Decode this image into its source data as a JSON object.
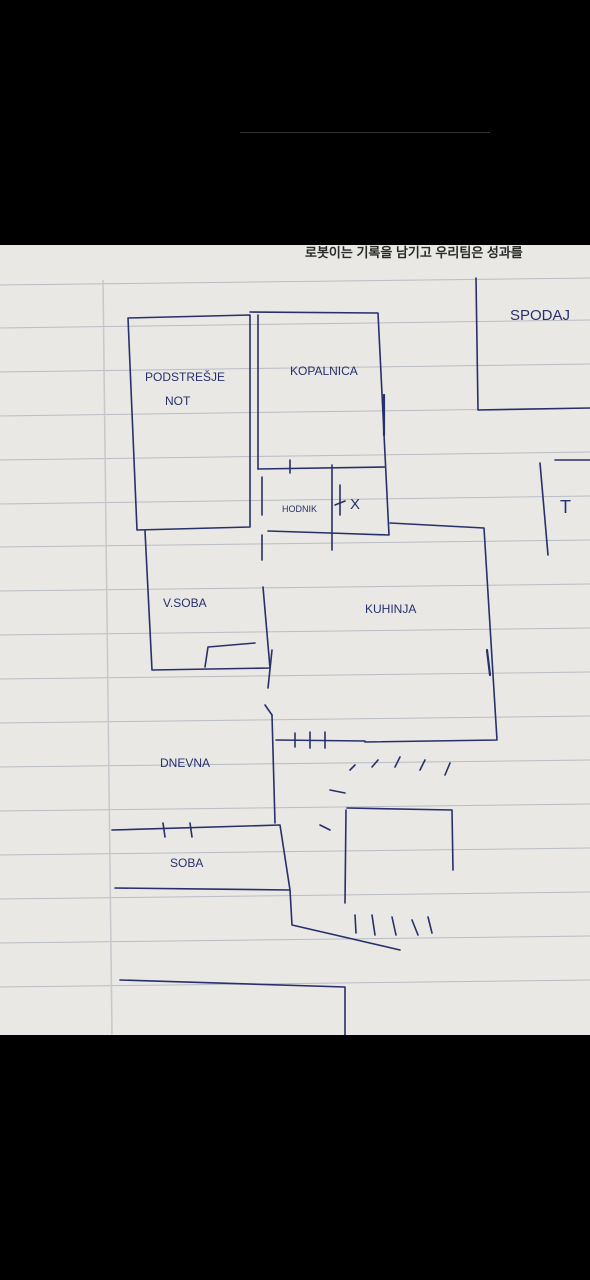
{
  "top_caption": "",
  "header_print": "로봇이는 기록을 남기고 우리팀은 성과를",
  "labels": {
    "podstresje": "PODSTREŠJE",
    "nost": "NOT",
    "kopalnica": "KOPALNICA",
    "hodnik": "HODNIK",
    "x_mark": "X",
    "vsoba": "V.SOBA",
    "kuhinja": "KUHINJA",
    "dnevna": "DNEVNA",
    "soba": "SOBA",
    "spodaj": "SPODAJ",
    "t_mark": "T"
  },
  "colors": {
    "paper": "#e9e8e4",
    "rule_line": "#b9bcc4",
    "ink": "#27306b",
    "margin_line": "#c9c6cc"
  }
}
